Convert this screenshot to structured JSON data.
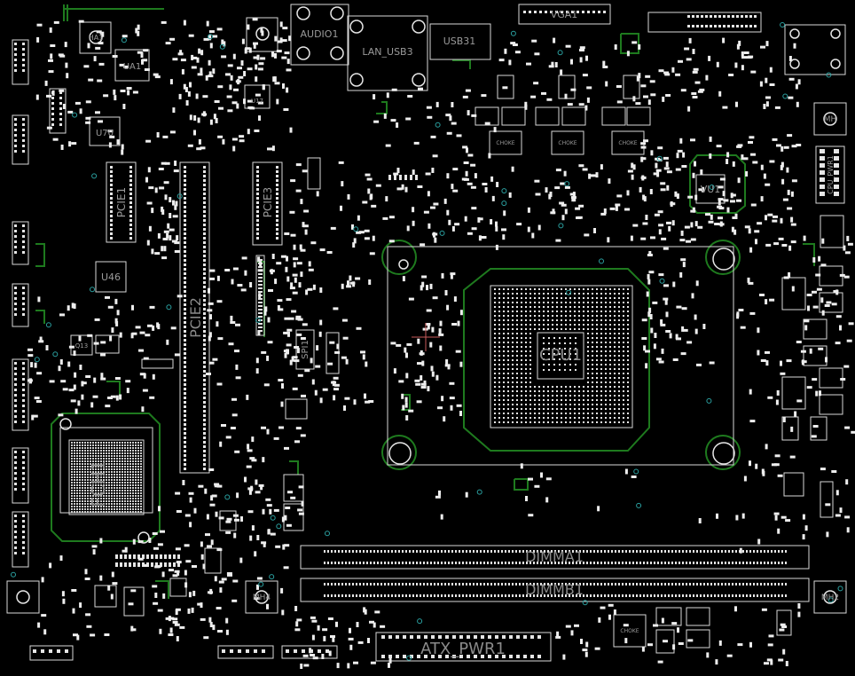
{
  "colors": {
    "background": "#000000",
    "outline": "#d8d8d8",
    "pad": "#e6e6e6",
    "trace": "#1e7a1e",
    "label": "#9a9a9a",
    "via": "#2aa0a0",
    "marker": "#c85a5a"
  },
  "labels": {
    "cpu": "CPU1",
    "fch": "FCH1",
    "pcie2": "PCIE2",
    "dimm_a1": "DIMMA1",
    "dimm_b1": "DIMMB1",
    "atx_pwr": "ATX_PWR1",
    "audio": "AUDIO1",
    "lan_usb": "LAN_USB3",
    "usb": "USB31",
    "vga": "VGA1",
    "vu1": "VU1",
    "u46": "U46",
    "u70": "U70",
    "ua1": "UA1",
    "spi": "SPI1",
    "cpu_pwr": "CPU_PWR1",
    "choke": "CHOKE",
    "mh": "MH",
    "ha": "HA1",
    "mh4": "MH4",
    "mh2": "MH2",
    "q13": "Q13",
    "u17": "U17",
    "pcie1": "PCIE1",
    "pcie3": "PCIE3"
  }
}
